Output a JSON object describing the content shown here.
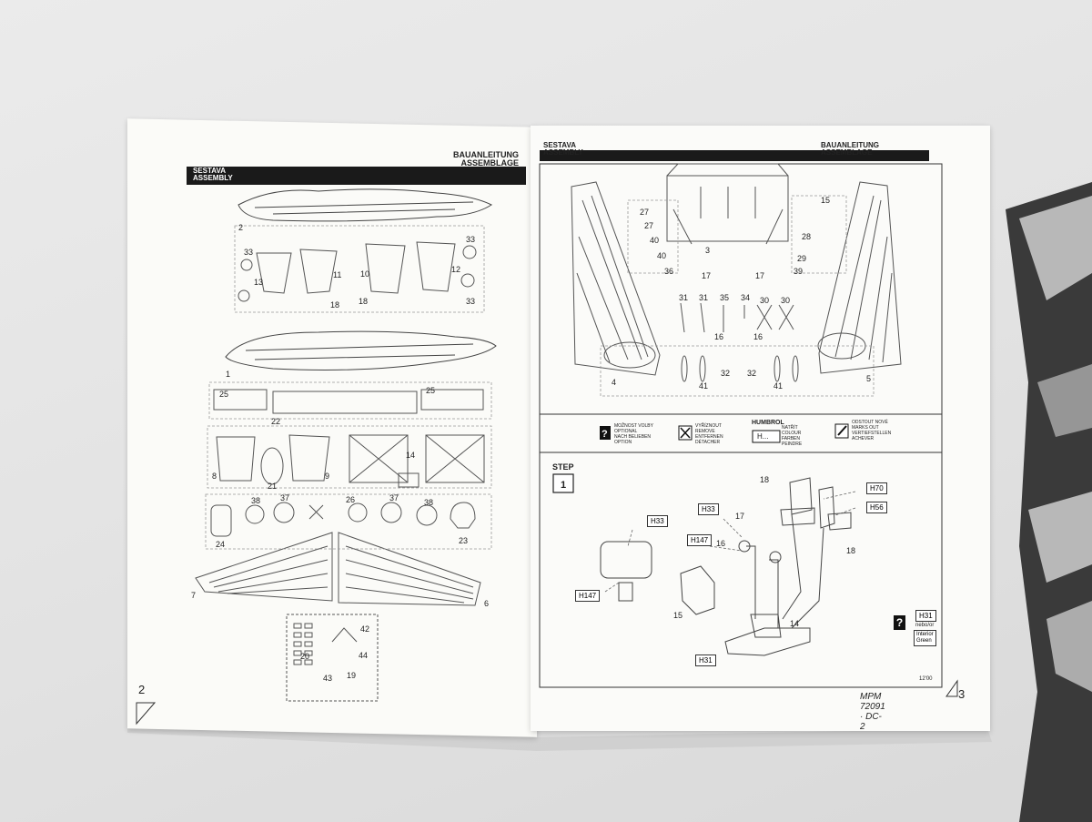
{
  "left_page": {
    "header_assembly": "SESTAVA\nASSEMBLY",
    "header_bau": "BAUANLEITUNG\nASSEMBLAGE",
    "page_number": "2",
    "part_numbers": [
      "2",
      "33",
      "13",
      "11",
      "18",
      "10",
      "12",
      "33",
      "18",
      "33",
      "1",
      "25",
      "22",
      "25",
      "8",
      "21",
      "9",
      "14",
      "24",
      "38",
      "37",
      "26",
      "37",
      "38",
      "23",
      "7",
      "6",
      "42",
      "20",
      "44",
      "43",
      "19"
    ]
  },
  "right_page": {
    "header_assembly": "SESTAVA\nASSEMBLY",
    "header_bau": "BAUANLEITUNG\nASSEMBLAGE",
    "page_number": "3",
    "footer": "MPM 72091 · DC-2",
    "date_code": "12'00",
    "parts_top": [
      "27",
      "27",
      "40",
      "40",
      "3",
      "15",
      "28",
      "29",
      "36",
      "17",
      "17",
      "39",
      "31",
      "31",
      "35",
      "34",
      "30",
      "30",
      "16",
      "16",
      "4",
      "32",
      "32",
      "41",
      "41",
      "5"
    ],
    "legend": [
      {
        "icon": "?",
        "text": "MOŽNOST VOLBY\nOPTIONAL\nNACH BELIEBEN\nOPTION"
      },
      {
        "icon": "cut",
        "text": "VYŘÍZNOUT\nREMOVE\nENTFERNEN\nDÉTACHER"
      },
      {
        "icon": "H...",
        "brand": "HUMBROL",
        "text": "NATŘÍT\nCOLOUR\nFARBEN\nPEINDRE"
      },
      {
        "icon": "brush",
        "text": "ODSTOUT NOVÉ\nMARKS OUT\nVERTIEFSTELLEN\nACHEVER"
      }
    ],
    "step_label": "STEP",
    "step_number": "1",
    "callouts": [
      "H70",
      "H56",
      "H33",
      "H33",
      "H147",
      "H147",
      "H31",
      "H31"
    ],
    "step_parts": [
      "18",
      "17",
      "16",
      "18",
      "15",
      "14"
    ],
    "note_label": "nebo/or",
    "note_color": "Interior\nGreen"
  }
}
